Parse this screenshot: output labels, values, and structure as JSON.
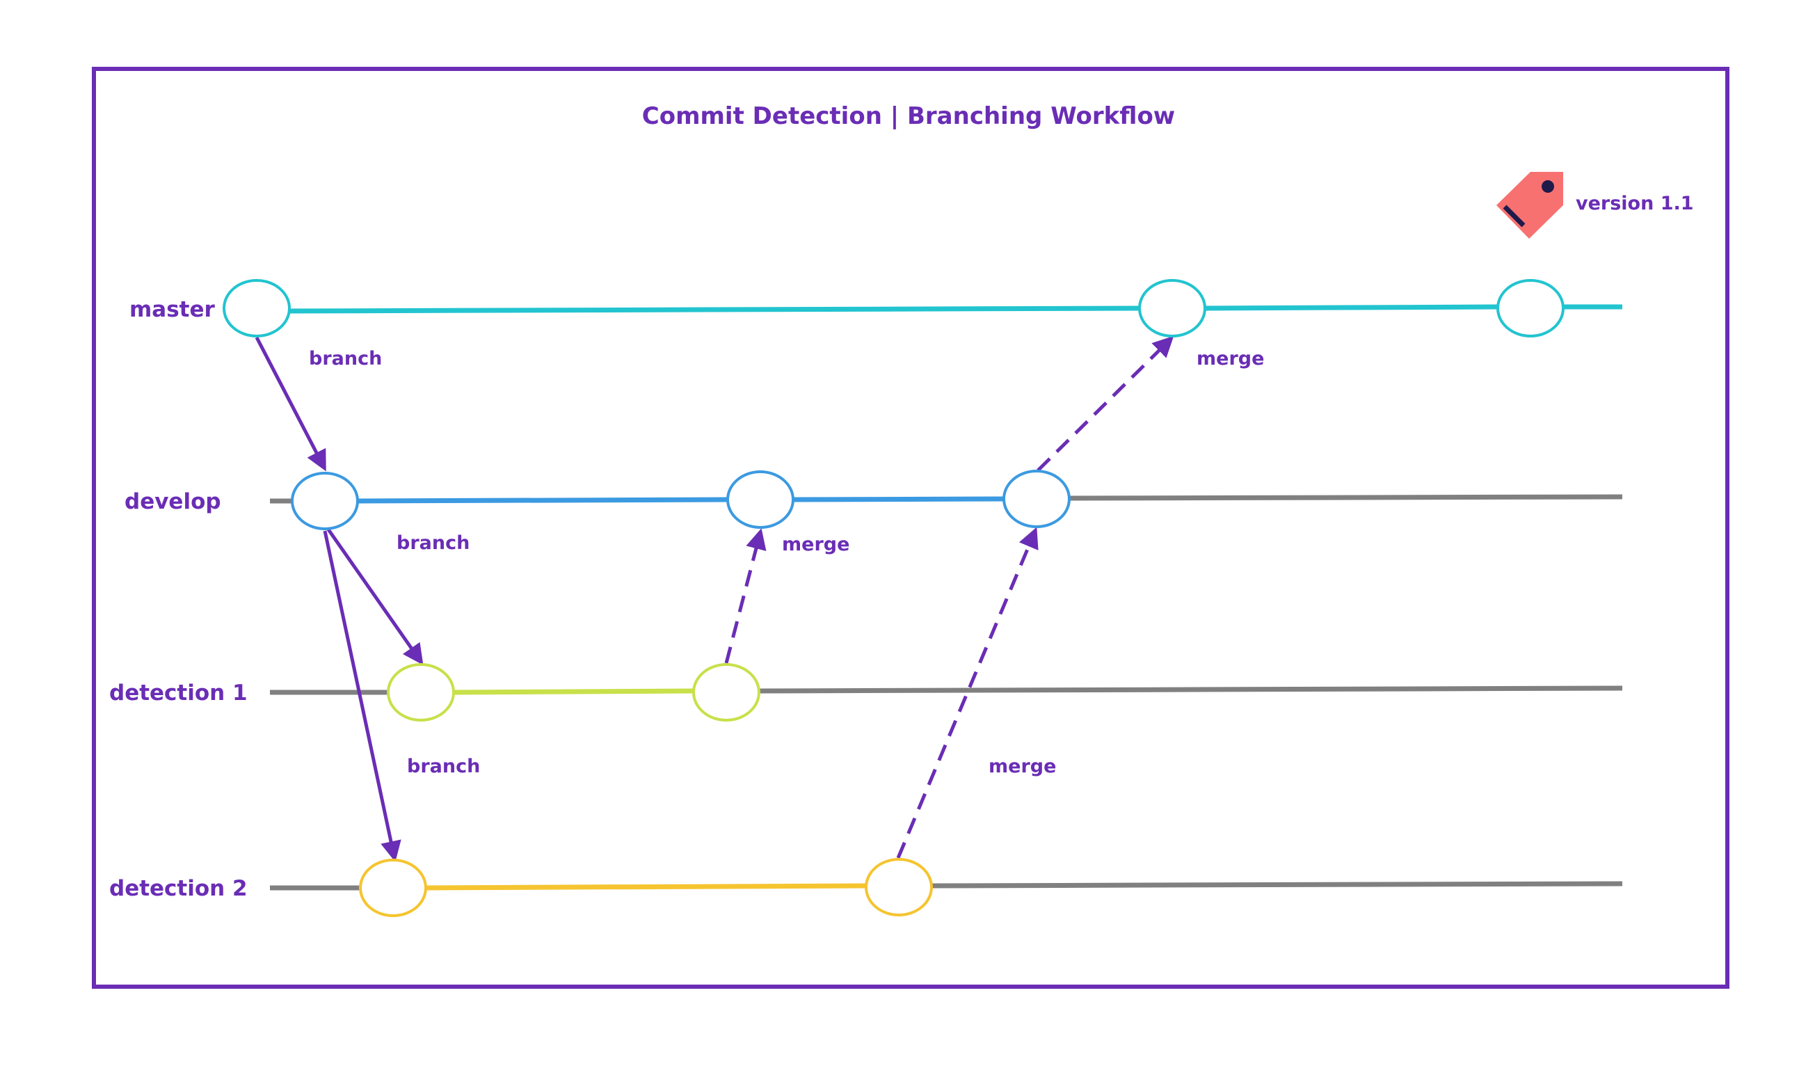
{
  "title": "Commit Detection | Branching Workflow",
  "colors": {
    "frame": "#6a2db5",
    "text": "#6a2db5",
    "arrow": "#6a2db5",
    "idle_line": "#808080",
    "tag": "#f87171",
    "tag_hole": "#1e1b4b"
  },
  "branches": [
    {
      "id": "master",
      "label": "master",
      "color": "#22c4cf"
    },
    {
      "id": "develop",
      "label": "develop",
      "color": "#3b9ae1"
    },
    {
      "id": "detection1",
      "label": "detection 1",
      "color": "#c8e04a"
    },
    {
      "id": "detection2",
      "label": "detection 2",
      "color": "#f5c430"
    }
  ],
  "edge_labels": {
    "branch_master_develop": "branch",
    "branch_develop_detection1": "branch",
    "branch_develop_detection2": "branch",
    "merge_detection1_develop": "merge",
    "merge_detection2_develop": "merge",
    "merge_develop_master": "merge"
  },
  "tag": {
    "label": "version 1.1",
    "icon": "tag-icon"
  }
}
